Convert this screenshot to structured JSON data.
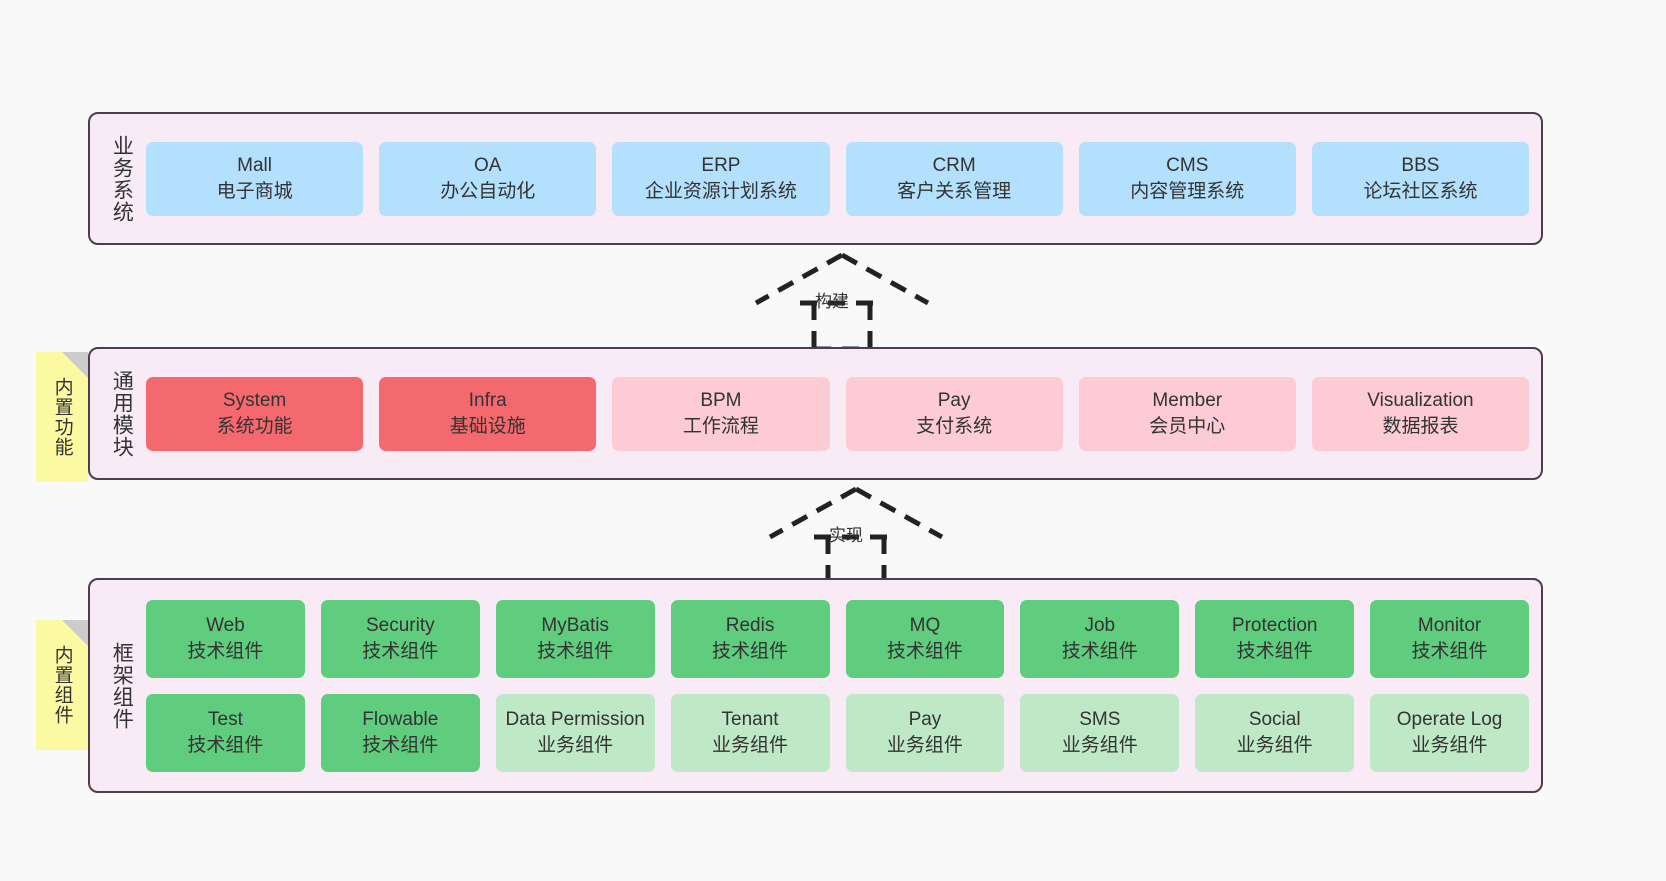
{
  "canvas": {
    "background": "#f9f9f9",
    "layer_fill": "#f8ebf5",
    "layer_border": "#4a3f4a",
    "note_fill": "#fbfaa2",
    "note_fold": "#cccccc",
    "color_blue": "#b3e0fc",
    "color_red": "#f4696e",
    "color_pink": "#fccbd3",
    "color_green": "#5fcc7e",
    "color_light_green": "#bfe8c7"
  },
  "notes": {
    "builtin_function": "内置功能",
    "builtin_component": "内置组件"
  },
  "arrows": {
    "build": "构建",
    "implement": "实现"
  },
  "layers": [
    {
      "id": "business",
      "title": "业务系统",
      "rows": [
        [
          {
            "en": "Mall",
            "cn": "电子商城",
            "color": "c-blue"
          },
          {
            "en": "OA",
            "cn": "办公自动化",
            "color": "c-blue"
          },
          {
            "en": "ERP",
            "cn": "企业资源计划系统",
            "color": "c-blue"
          },
          {
            "en": "CRM",
            "cn": "客户关系管理",
            "color": "c-blue"
          },
          {
            "en": "CMS",
            "cn": "内容管理系统",
            "color": "c-blue"
          },
          {
            "en": "BBS",
            "cn": "论坛社区系统",
            "color": "c-blue"
          }
        ]
      ]
    },
    {
      "id": "common",
      "title": "通用模块",
      "rows": [
        [
          {
            "en": "System",
            "cn": "系统功能",
            "color": "c-red"
          },
          {
            "en": "Infra",
            "cn": "基础设施",
            "color": "c-red"
          },
          {
            "en": "BPM",
            "cn": "工作流程",
            "color": "c-pink"
          },
          {
            "en": "Pay",
            "cn": "支付系统",
            "color": "c-pink"
          },
          {
            "en": "Member",
            "cn": "会员中心",
            "color": "c-pink"
          },
          {
            "en": "Visualization",
            "cn": "数据报表",
            "color": "c-pink"
          }
        ]
      ]
    },
    {
      "id": "framework",
      "title": "框架组件",
      "rows": [
        [
          {
            "en": "Web",
            "cn": "技术组件",
            "color": "c-green"
          },
          {
            "en": "Security",
            "cn": "技术组件",
            "color": "c-green"
          },
          {
            "en": "MyBatis",
            "cn": "技术组件",
            "color": "c-green"
          },
          {
            "en": "Redis",
            "cn": "技术组件",
            "color": "c-green"
          },
          {
            "en": "MQ",
            "cn": "技术组件",
            "color": "c-green"
          },
          {
            "en": "Job",
            "cn": "技术组件",
            "color": "c-green"
          },
          {
            "en": "Protection",
            "cn": "技术组件",
            "color": "c-green"
          },
          {
            "en": "Monitor",
            "cn": "技术组件",
            "color": "c-green"
          }
        ],
        [
          {
            "en": "Test",
            "cn": "技术组件",
            "color": "c-green"
          },
          {
            "en": "Flowable",
            "cn": "技术组件",
            "color": "c-green"
          },
          {
            "en": "Data Permission",
            "cn": "业务组件",
            "color": "c-lgreen"
          },
          {
            "en": "Tenant",
            "cn": "业务组件",
            "color": "c-lgreen"
          },
          {
            "en": "Pay",
            "cn": "业务组件",
            "color": "c-lgreen"
          },
          {
            "en": "SMS",
            "cn": "业务组件",
            "color": "c-lgreen"
          },
          {
            "en": "Social",
            "cn": "业务组件",
            "color": "c-lgreen"
          },
          {
            "en": "Operate Log",
            "cn": "业务组件",
            "color": "c-lgreen"
          }
        ]
      ]
    }
  ]
}
